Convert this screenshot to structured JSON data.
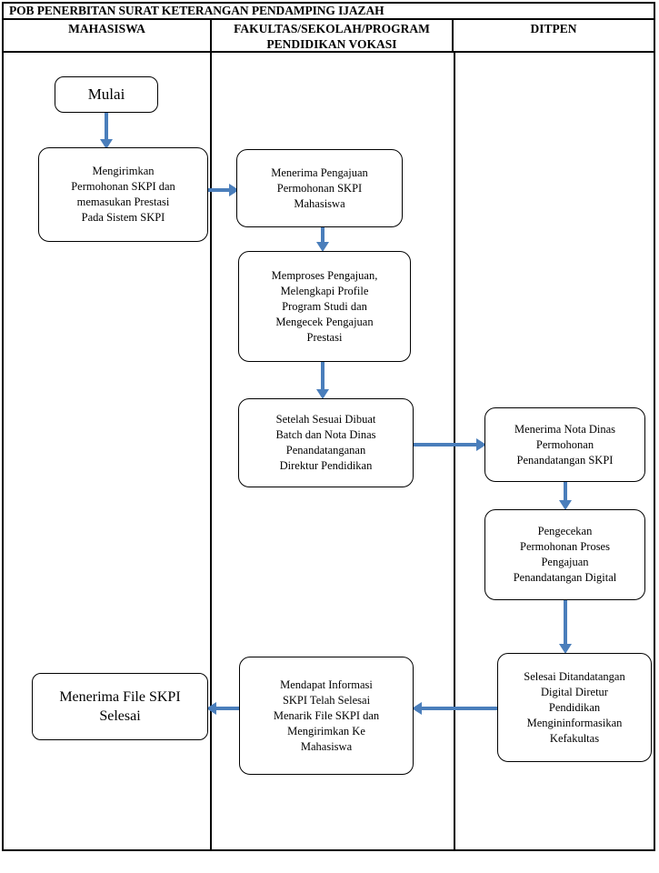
{
  "document": {
    "title": "POB PENERBITAN SURAT KETERANGAN PENDAMPING IJAZAH"
  },
  "columns": [
    {
      "id": "mahasiswa",
      "header": "MAHASISWA"
    },
    {
      "id": "fakultas",
      "header": "FAKULTAS/SEKOLAH/PROGRAM PENDIDIKAN VOKASI"
    },
    {
      "id": "ditpen",
      "header": "DITPEN"
    }
  ],
  "nodes": [
    {
      "id": "mulai",
      "column": "mahasiswa",
      "shape": "rounded-rect",
      "text": "Mulai"
    },
    {
      "id": "kirim-permohonan",
      "column": "mahasiswa",
      "shape": "rounded-rect",
      "text": "Mengirimkan\nPermohonan SKPI dan\nmemasukan Prestasi\nPada Sistem SKPI"
    },
    {
      "id": "terima-pengajuan",
      "column": "fakultas",
      "shape": "rounded-rect",
      "text": "Menerima Pengajuan\nPermohonan SKPI\nMahasiswa"
    },
    {
      "id": "memproses",
      "column": "fakultas",
      "shape": "rounded-rect",
      "text": "Memproses Pengajuan,\nMelengkapi Profile\nProgram Studi dan\nMengecek Pengajuan\nPrestasi"
    },
    {
      "id": "batch-nota",
      "column": "fakultas",
      "shape": "rounded-rect",
      "text": "Setelah Sesuai Dibuat\nBatch dan Nota Dinas\nPenandatanganan\nDirektur Pendidikan"
    },
    {
      "id": "terima-nota",
      "column": "ditpen",
      "shape": "rounded-rect",
      "text": "Menerima Nota Dinas\nPermohonan\nPenandatangan SKPI"
    },
    {
      "id": "pengecekan",
      "column": "ditpen",
      "shape": "rounded-rect",
      "text": "Pengecekan\nPermohonan Proses\nPengajuan\nPenandatangan Digital"
    },
    {
      "id": "selesai-ttd",
      "column": "ditpen",
      "shape": "rounded-rect",
      "text": "Selesai Ditandatangan\nDigital Diretur\nPendidikan\nMengininformasikan\nKefakultas"
    },
    {
      "id": "mendapat-info",
      "column": "fakultas",
      "shape": "rounded-rect",
      "text": "Mendapat Informasi\nSKPI Telah Selesai\nMenarik File SKPI dan\nMengirimkan Ke\nMahasiswa"
    },
    {
      "id": "terima-file",
      "column": "mahasiswa",
      "shape": "rounded-rect",
      "text": "Menerima File SKPI\nSelesai"
    }
  ],
  "edges": [
    {
      "id": "e1",
      "from": "mulai",
      "to": "kirim-permohonan",
      "direction": "down"
    },
    {
      "id": "e2",
      "from": "kirim-permohonan",
      "to": "terima-pengajuan",
      "direction": "right"
    },
    {
      "id": "e3",
      "from": "terima-pengajuan",
      "to": "memproses",
      "direction": "down"
    },
    {
      "id": "e4",
      "from": "memproses",
      "to": "batch-nota",
      "direction": "down"
    },
    {
      "id": "e5",
      "from": "batch-nota",
      "to": "terima-nota",
      "direction": "right"
    },
    {
      "id": "e6",
      "from": "terima-nota",
      "to": "pengecekan",
      "direction": "down"
    },
    {
      "id": "e7",
      "from": "pengecekan",
      "to": "selesai-ttd",
      "direction": "down"
    },
    {
      "id": "e8",
      "from": "selesai-ttd",
      "to": "mendapat-info",
      "direction": "left"
    },
    {
      "id": "e9",
      "from": "mendapat-info",
      "to": "terima-file",
      "direction": "left"
    }
  ],
  "colors": {
    "arrow": "#4A7EBB",
    "border": "#000000",
    "background": "#FFFFFF",
    "text": "#000000"
  }
}
